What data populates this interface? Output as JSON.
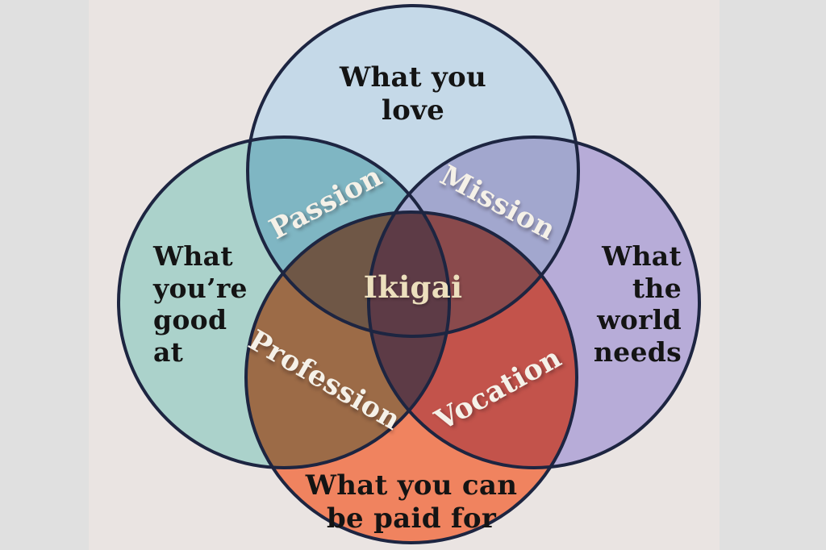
{
  "diagram": {
    "type": "venn-4-circles",
    "concept": "Ikigai",
    "center_label": "Ikigai",
    "circles": [
      {
        "id": "love",
        "position": "top",
        "label": "What you\nlove",
        "color": "#c5d9e8"
      },
      {
        "id": "good_at",
        "position": "left",
        "label": "What\nyou’re\ngood\nat",
        "color": "#abd2cb"
      },
      {
        "id": "world_needs",
        "position": "right",
        "label": "What\nthe\nworld\nneeds",
        "color": "#b7acd8"
      },
      {
        "id": "paid_for",
        "position": "bottom",
        "label": "What you can\nbe paid for",
        "color": "#f0835f"
      }
    ],
    "overlaps": [
      {
        "id": "passion",
        "between": [
          "love",
          "good_at"
        ],
        "label": "Passion",
        "color": "#7fb6c3"
      },
      {
        "id": "mission",
        "between": [
          "love",
          "world_needs"
        ],
        "label": "Mission",
        "color": "#a2a7ce"
      },
      {
        "id": "profession",
        "between": [
          "good_at",
          "paid_for"
        ],
        "label": "Profession",
        "color": "#9c6b47"
      },
      {
        "id": "vocation",
        "between": [
          "world_needs",
          "paid_for"
        ],
        "label": "Vocation",
        "color": "#c3534b"
      },
      {
        "id": "ikigai",
        "between": [
          "love",
          "good_at",
          "world_needs",
          "paid_for"
        ],
        "label": "Ikigai",
        "color": "#5d3b46"
      }
    ]
  },
  "labels": {
    "love": "What you\nlove",
    "good_at": "What\nyou’re\ngood\nat",
    "world_needs": "What\nthe\nworld\nneeds",
    "paid_for": "What you can\nbe paid for",
    "passion": "Passion",
    "mission": "Mission",
    "profession": "Profession",
    "vocation": "Vocation",
    "ikigai": "Ikigai"
  },
  "colors": {
    "background_outer": "#e0e0e0",
    "background_inner": "#eae4e2",
    "outline": "#1d2541",
    "circle_love": "#c5d9e8",
    "circle_good_at": "#abd2cb",
    "circle_world_needs": "#b7acd8",
    "circle_paid_for": "#f0835f",
    "overlap_passion": "#7fb6c3",
    "overlap_mission": "#a2a7ce",
    "overlap_profession": "#9c6b47",
    "overlap_vocation": "#c3534b",
    "overlap_love_good_paid": "#6f5746",
    "overlap_love_needs_paid": "#8a4a4c",
    "overlap_love_good_needs": "#a9aed4",
    "center_ikigai": "#5d3b46",
    "text_dark": "#141414",
    "text_white": "#f5f1e8",
    "text_ikigai": "#ecdfbd"
  }
}
